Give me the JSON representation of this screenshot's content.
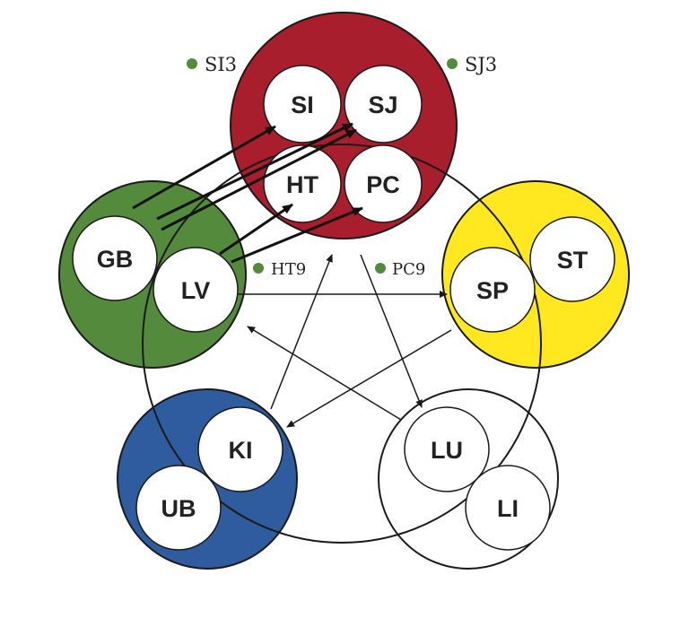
{
  "colors": {
    "fire": "#a81e2d",
    "wood": "#548a3c",
    "earth": "#ffe81f",
    "water": "#2e5c9f",
    "metal": "#ffffff",
    "outline": "#1a1a1a",
    "point": "#548a3c"
  },
  "organs": {
    "si": "SI",
    "sj": "SJ",
    "ht": "HT",
    "pc": "PC",
    "gb": "GB",
    "lv": "LV",
    "sp": "SP",
    "st": "ST",
    "ki": "KI",
    "ub": "UB",
    "lu": "LU",
    "li": "LI"
  },
  "points": {
    "si3": "SI3",
    "sj3": "SJ3",
    "ht9": "HT9",
    "pc9": "PC9"
  }
}
